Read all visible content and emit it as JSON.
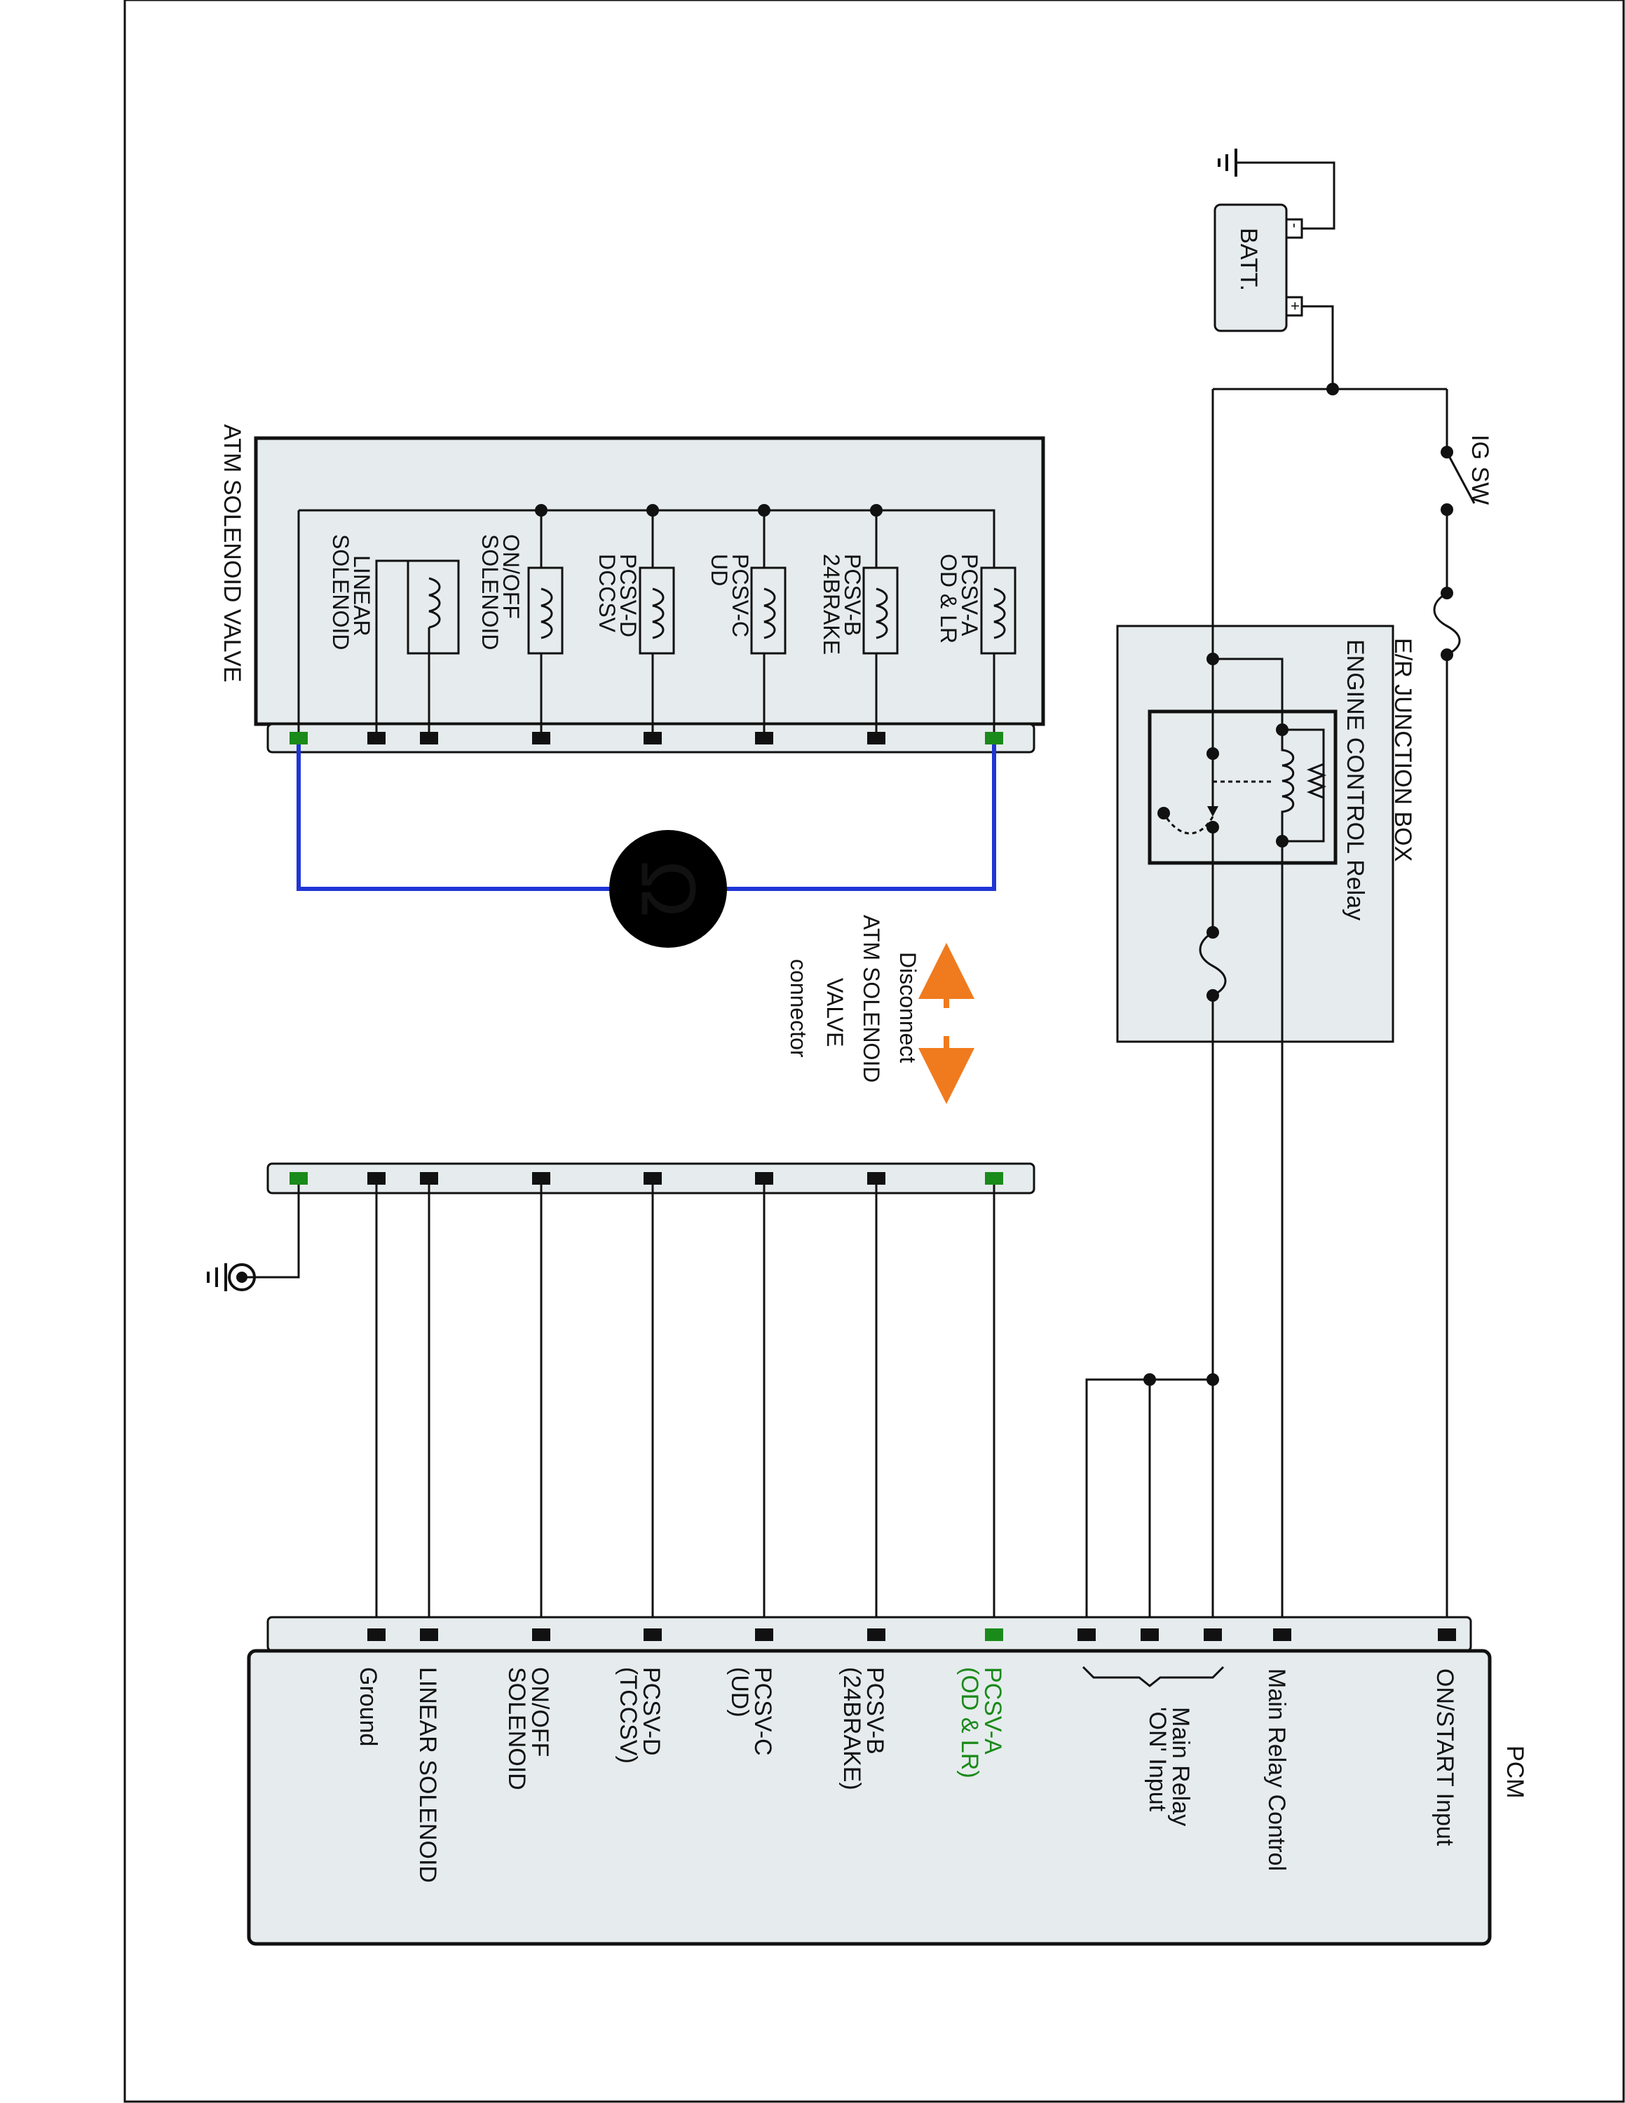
{
  "battery": {
    "label": "BATT.",
    "plus": "+",
    "minus": "-"
  },
  "ig_switch": {
    "label": "IG SW"
  },
  "junction_box": {
    "title": "E/R JUNCTION BOX",
    "relay_label": "ENGINE CONTROL Relay"
  },
  "atm_valve": {
    "title": "ATM SOLENOID VALVE",
    "solenoids": [
      {
        "line1": "PCSV-A",
        "line2": "OD & LR"
      },
      {
        "line1": "PCSV-B",
        "line2": "24BRAKE"
      },
      {
        "line1": "PCSV-C",
        "line2": "UD"
      },
      {
        "line1": "PCSV-D",
        "line2": "DCCSV"
      },
      {
        "line1": "ON/OFF",
        "line2": "SOLENOID"
      },
      {
        "line1": "LINEAR",
        "line2": "SOLENOID"
      }
    ]
  },
  "connector_note": {
    "line1": "Disconnect",
    "line2": "ATM SOLENOID",
    "line3": "VALVE",
    "line4": "connector"
  },
  "pcm": {
    "title": "PCM",
    "pins": [
      {
        "line1": "ON/START Input",
        "line2": ""
      },
      {
        "line1": "Main Relay Control",
        "line2": ""
      },
      {
        "line1": "Main Relay",
        "line2": "'ON' Input"
      },
      {
        "line1": "PCSV-A",
        "line2": "(OD & LR)"
      },
      {
        "line1": "PCSV-B",
        "line2": "(24BRAKE)"
      },
      {
        "line1": "PCSV-C",
        "line2": "(UD)"
      },
      {
        "line1": "PCSV-D",
        "line2": "(TCCSV)"
      },
      {
        "line1": "ON/OFF",
        "line2": "SOLENOID"
      },
      {
        "line1": "LINEAR SOLENOID",
        "line2": ""
      },
      {
        "line1": "Ground",
        "line2": ""
      }
    ]
  },
  "colors": {
    "highlight": "#1a8a1a",
    "meter_wire": "#1f35d6",
    "arrow": "#f07a1e",
    "panel": "#e6eced"
  },
  "icons": [
    "ground-icon",
    "ohmmeter-icon",
    "disconnect-arrow-icon",
    "fuse-icon",
    "relay-coil-icon",
    "solenoid-coil-icon"
  ]
}
